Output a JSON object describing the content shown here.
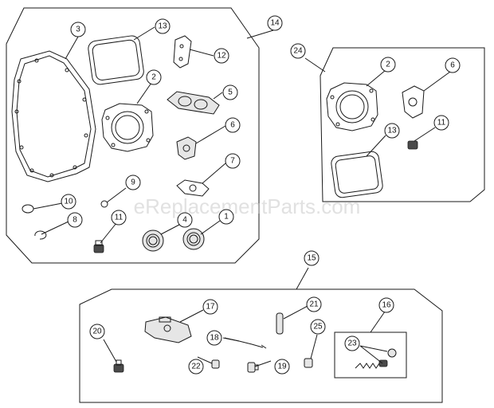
{
  "watermark": "eReplacementParts.com",
  "callouts": {
    "c1": "1",
    "c2a": "2",
    "c2b": "2",
    "c3": "3",
    "c4": "4",
    "c5": "5",
    "c6a": "6",
    "c6b": "6",
    "c7": "7",
    "c8": "8",
    "c9": "9",
    "c10": "10",
    "c11a": "11",
    "c11b": "11",
    "c12": "12",
    "c13a": "13",
    "c13b": "13",
    "c14": "14",
    "c15": "15",
    "c16": "16",
    "c17": "17",
    "c18": "18",
    "c19": "19",
    "c20": "20",
    "c21": "21",
    "c22": "22",
    "c23": "23",
    "c24": "24",
    "c25": "25"
  }
}
